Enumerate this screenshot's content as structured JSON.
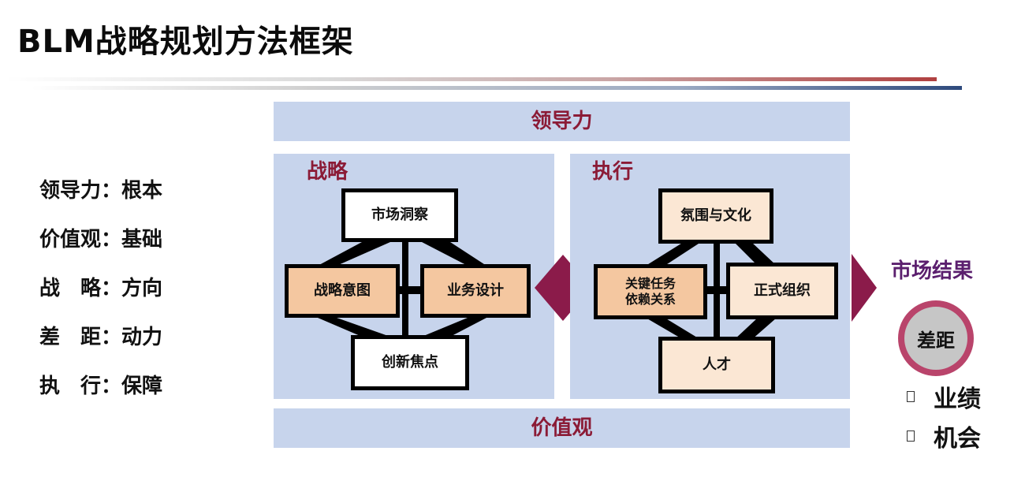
{
  "title": "BLM战略规划方法框架",
  "left_list": [
    "领导力：根本",
    "价值观：基础",
    "战　略：方向",
    "差　距：动力",
    "执　行：保障"
  ],
  "bands": {
    "top": "领导力",
    "bottom": "价值观"
  },
  "strategy": {
    "label": "战略",
    "top": "市场洞察",
    "left": "战略意图",
    "right": "业务设计",
    "bottom": "创新焦点"
  },
  "execution": {
    "label": "执行",
    "top": "氛围与文化",
    "left_line1": "关键任务",
    "left_line2": "依赖关系",
    "right": "正式组织",
    "bottom": "人才"
  },
  "result": {
    "title": "市场结果",
    "gap": "差距",
    "items": [
      "业绩",
      "机会"
    ]
  },
  "colors": {
    "band": "#c7d4ec",
    "accent": "#8b1b36",
    "arrow": "#8b1b4a",
    "orange_box": "#f4c7a0",
    "cream_box": "#fbe7d4",
    "result_title": "#5b1f6e",
    "gap_ring": "#b9446b"
  }
}
